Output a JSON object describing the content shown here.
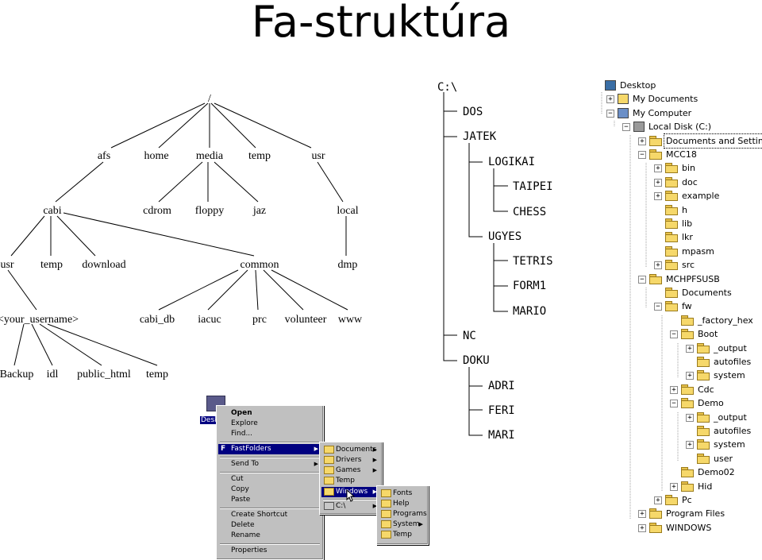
{
  "title": "Fa-struktúra",
  "unix_tree": {
    "root": "/",
    "level1": [
      "afs",
      "home",
      "media",
      "temp",
      "usr"
    ],
    "cabi": "cabi",
    "media_children": [
      "cdrom",
      "floppy",
      "jaz"
    ],
    "local": "local",
    "cabi_children": [
      "usr",
      "temp",
      "download"
    ],
    "common": "common",
    "dmp": "dmp",
    "your_username": "<your_username>",
    "common_children": [
      "cabi_db",
      "iacuc",
      "prc",
      "volunteer",
      "www"
    ],
    "user_children": [
      "Backup",
      "idl",
      "public_html",
      "temp"
    ]
  },
  "dos_tree": {
    "root": "C:\\",
    "items": [
      "DOS",
      "JATEK",
      "LOGIKAI",
      "TAIPEI",
      "CHESS",
      "UGYES",
      "TETRIS",
      "FORM1",
      "MARIO",
      "NC",
      "DOKU",
      "ADRI",
      "FERI",
      "MARI"
    ]
  },
  "explorer": {
    "rows": [
      {
        "label": "Desktop",
        "icon": "desktop-icon",
        "expander": ""
      },
      {
        "label": "My Documents",
        "icon": "my-documents-icon",
        "expander": "+"
      },
      {
        "label": "My Computer",
        "icon": "my-computer-icon",
        "expander": "-"
      },
      {
        "label": "Local Disk (C:)",
        "icon": "drive-icon",
        "expander": "-"
      },
      {
        "label": "Documents and Settings",
        "icon": "folder-icon",
        "expander": "+"
      },
      {
        "label": "MCC18",
        "icon": "folder-icon",
        "expander": "-"
      },
      {
        "label": "bin",
        "icon": "folder-icon",
        "expander": "+"
      },
      {
        "label": "doc",
        "icon": "folder-icon",
        "expander": "+"
      },
      {
        "label": "example",
        "icon": "folder-icon",
        "expander": "+"
      },
      {
        "label": "h",
        "icon": "folder-icon",
        "expander": ""
      },
      {
        "label": "lib",
        "icon": "folder-icon",
        "expander": ""
      },
      {
        "label": "lkr",
        "icon": "folder-icon",
        "expander": ""
      },
      {
        "label": "mpasm",
        "icon": "folder-icon",
        "expander": ""
      },
      {
        "label": "src",
        "icon": "folder-icon",
        "expander": "+"
      },
      {
        "label": "MCHPFSUSB",
        "icon": "folder-icon",
        "expander": "-"
      },
      {
        "label": "Documents",
        "icon": "folder-icon",
        "expander": ""
      },
      {
        "label": "fw",
        "icon": "folder-icon",
        "expander": "-"
      },
      {
        "label": "_factory_hex",
        "icon": "folder-icon",
        "expander": ""
      },
      {
        "label": "Boot",
        "icon": "folder-icon",
        "expander": "-"
      },
      {
        "label": "_output",
        "icon": "folder-icon",
        "expander": "+"
      },
      {
        "label": "autofiles",
        "icon": "folder-icon",
        "expander": ""
      },
      {
        "label": "system",
        "icon": "folder-icon",
        "expander": "+"
      },
      {
        "label": "Cdc",
        "icon": "folder-icon",
        "expander": "+"
      },
      {
        "label": "Demo",
        "icon": "folder-icon",
        "expander": "-"
      },
      {
        "label": "_output",
        "icon": "folder-icon",
        "expander": "+"
      },
      {
        "label": "autofiles",
        "icon": "folder-icon",
        "expander": ""
      },
      {
        "label": "system",
        "icon": "folder-icon",
        "expander": "+"
      },
      {
        "label": "user",
        "icon": "folder-icon",
        "expander": ""
      },
      {
        "label": "Demo02",
        "icon": "folder-icon",
        "expander": ""
      },
      {
        "label": "Hid",
        "icon": "folder-icon",
        "expander": "+"
      },
      {
        "label": "Pc",
        "icon": "folder-icon",
        "expander": "+"
      },
      {
        "label": "Program Files",
        "icon": "folder-icon",
        "expander": "+"
      },
      {
        "label": "WINDOWS",
        "icon": "folder-icon",
        "expander": "+"
      }
    ]
  },
  "context_menu": {
    "desktop_icon_label": "Desk",
    "items": [
      "Open",
      "Explore",
      "Find...",
      "FastFolders",
      "Send To",
      "Cut",
      "Copy",
      "Paste",
      "Create Shortcut",
      "Delete",
      "Rename",
      "Properties"
    ],
    "fastfolders_icon": "F",
    "submenu1": [
      "Documents",
      "Drivers",
      "Games",
      "Temp",
      "Windows",
      "C:\\"
    ],
    "submenu2": [
      "Fonts",
      "Help",
      "Programs",
      "System",
      "Temp"
    ],
    "selection_color": "#000080"
  }
}
